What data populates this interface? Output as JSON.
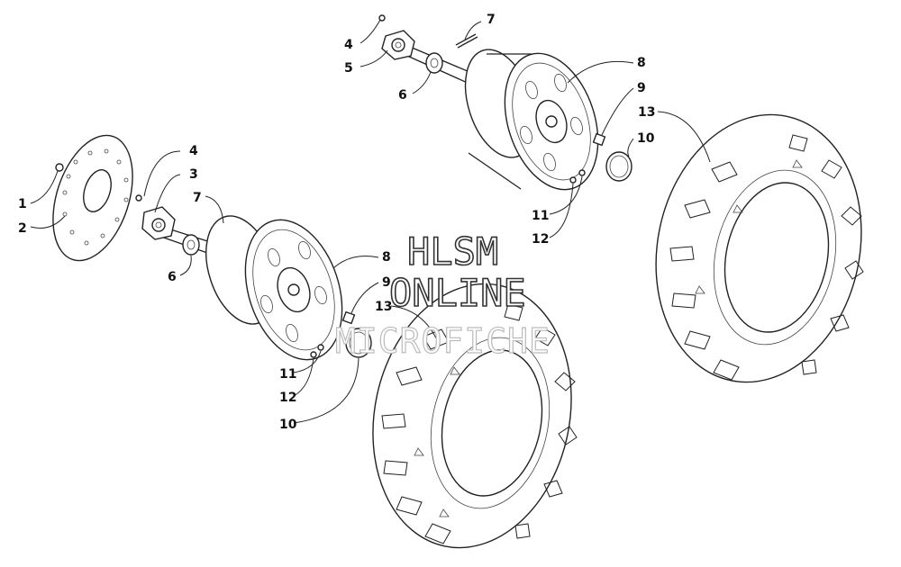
{
  "callouts": {
    "upper": [
      "4",
      "5",
      "6",
      "7",
      "8",
      "9",
      "10",
      "11",
      "12",
      "13"
    ],
    "lower": [
      "1",
      "2",
      "3",
      "4",
      "6",
      "7",
      "8",
      "9",
      "10",
      "11",
      "12",
      "13"
    ]
  },
  "watermark": {
    "line1": "HLSM",
    "line2": "ONLINE",
    "line3": "MICROFICHE"
  },
  "colors": {
    "line": "#222222",
    "background": "#ffffff"
  }
}
